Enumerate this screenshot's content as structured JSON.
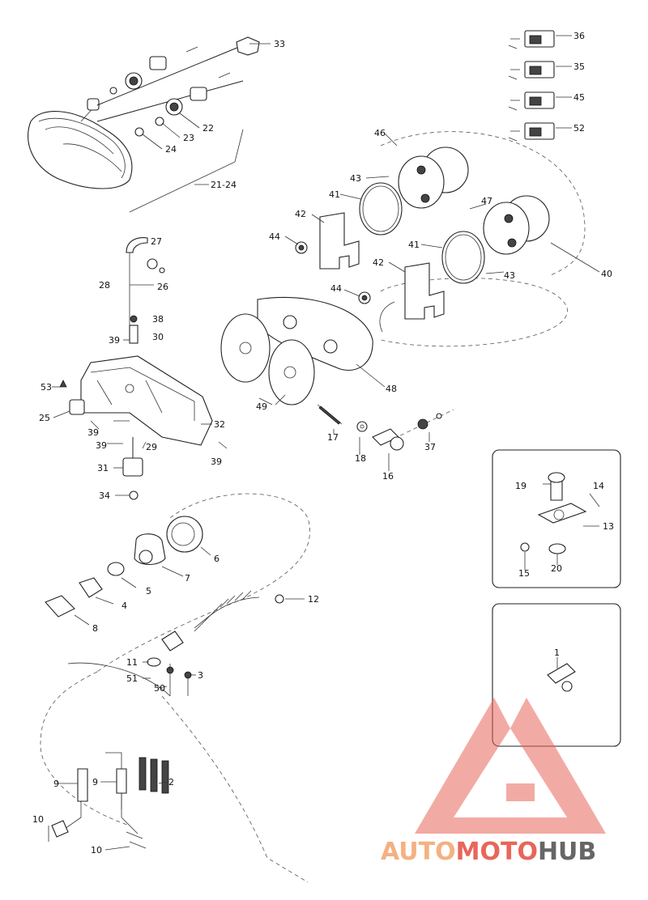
{
  "callouts": [
    {
      "id": "c-33",
      "label": "33"
    },
    {
      "id": "c-22",
      "label": "22"
    },
    {
      "id": "c-23",
      "label": "23"
    },
    {
      "id": "c-24",
      "label": "24"
    },
    {
      "id": "c-21-24",
      "label": "21-24"
    },
    {
      "id": "c-36",
      "label": "36"
    },
    {
      "id": "c-35",
      "label": "35"
    },
    {
      "id": "c-45",
      "label": "45"
    },
    {
      "id": "c-52",
      "label": "52"
    },
    {
      "id": "c-46",
      "label": "46"
    },
    {
      "id": "c-43a",
      "label": "43"
    },
    {
      "id": "c-41a",
      "label": "41"
    },
    {
      "id": "c-47",
      "label": "47"
    },
    {
      "id": "c-42a",
      "label": "42"
    },
    {
      "id": "c-44a",
      "label": "44"
    },
    {
      "id": "c-41b",
      "label": "41"
    },
    {
      "id": "c-42b",
      "label": "42"
    },
    {
      "id": "c-40",
      "label": "40"
    },
    {
      "id": "c-43b",
      "label": "43"
    },
    {
      "id": "c-44b",
      "label": "44"
    },
    {
      "id": "c-27",
      "label": "27"
    },
    {
      "id": "c-28",
      "label": "28"
    },
    {
      "id": "c-26",
      "label": "26"
    },
    {
      "id": "c-38",
      "label": "38"
    },
    {
      "id": "c-39a",
      "label": "39"
    },
    {
      "id": "c-30",
      "label": "30"
    },
    {
      "id": "c-48",
      "label": "48"
    },
    {
      "id": "c-49",
      "label": "49"
    },
    {
      "id": "c-53",
      "label": "53"
    },
    {
      "id": "c-25",
      "label": "25"
    },
    {
      "id": "c-39b",
      "label": "39"
    },
    {
      "id": "c-32",
      "label": "32"
    },
    {
      "id": "c-39c",
      "label": "39"
    },
    {
      "id": "c-29",
      "label": "29"
    },
    {
      "id": "c-39d",
      "label": "39"
    },
    {
      "id": "c-17",
      "label": "17"
    },
    {
      "id": "c-18",
      "label": "18"
    },
    {
      "id": "c-16",
      "label": "16"
    },
    {
      "id": "c-37",
      "label": "37"
    },
    {
      "id": "c-31",
      "label": "31"
    },
    {
      "id": "c-34",
      "label": "34"
    },
    {
      "id": "c-19",
      "label": "19"
    },
    {
      "id": "c-14",
      "label": "14"
    },
    {
      "id": "c-13",
      "label": "13"
    },
    {
      "id": "c-15",
      "label": "15"
    },
    {
      "id": "c-20",
      "label": "20"
    },
    {
      "id": "c-6",
      "label": "6"
    },
    {
      "id": "c-7",
      "label": "7"
    },
    {
      "id": "c-5",
      "label": "5"
    },
    {
      "id": "c-4",
      "label": "4"
    },
    {
      "id": "c-8",
      "label": "8"
    },
    {
      "id": "c-12",
      "label": "12"
    },
    {
      "id": "c-1",
      "label": "1"
    },
    {
      "id": "c-11",
      "label": "11"
    },
    {
      "id": "c-51",
      "label": "51"
    },
    {
      "id": "c-50",
      "label": "50"
    },
    {
      "id": "c-3",
      "label": "3"
    },
    {
      "id": "c-9a",
      "label": "9"
    },
    {
      "id": "c-9b",
      "label": "9"
    },
    {
      "id": "c-2",
      "label": "2"
    },
    {
      "id": "c-10a",
      "label": "10"
    },
    {
      "id": "c-10b",
      "label": "10"
    }
  ],
  "watermark": {
    "part1": "AUTO",
    "part2": "MOTO",
    "part3": "HUB",
    "color_light": "#f4b183",
    "color_red": "#e8665a",
    "color_gray": "#666666"
  }
}
